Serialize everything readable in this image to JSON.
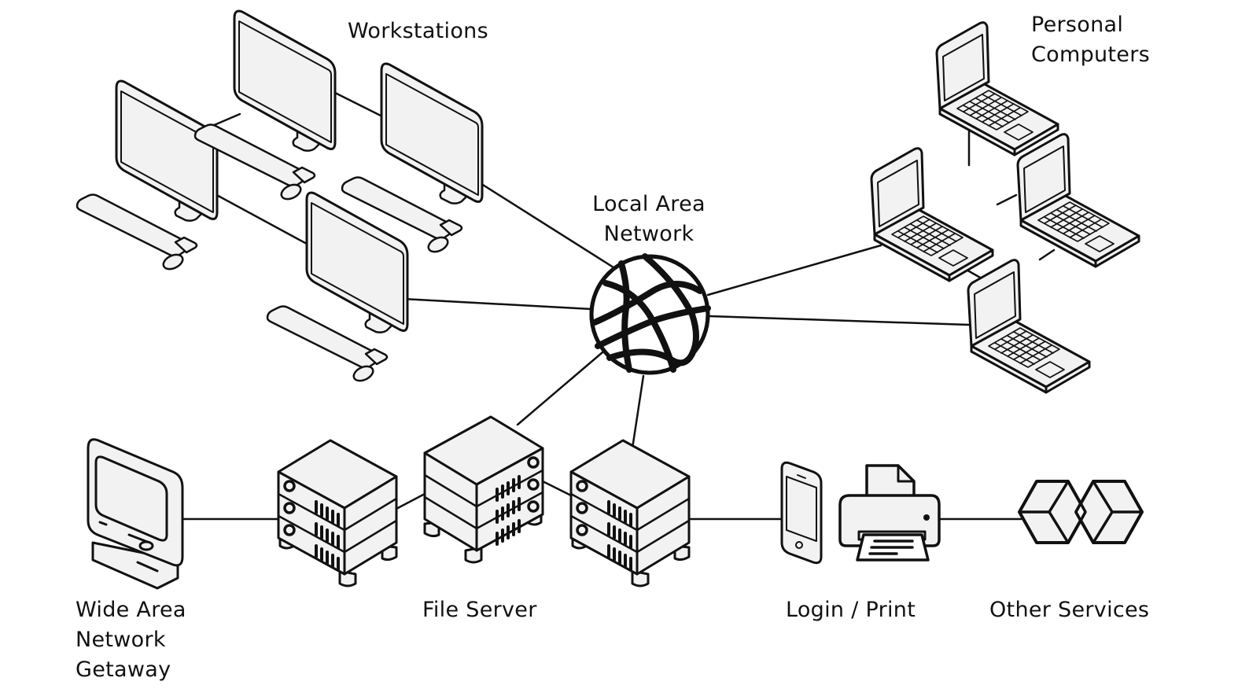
{
  "title": "Network diagram",
  "colors": {
    "ink": "#111111",
    "device_fill": "#f2f2f3",
    "background": "#ffffff"
  },
  "nodes": {
    "workstations": {
      "lines": [
        "Workstations"
      ],
      "icon": "desktop-monitor-icon",
      "count": 4
    },
    "personal_computers": {
      "lines": [
        "Personal",
        "Computers"
      ],
      "icon": "laptop-icon",
      "count": 4
    },
    "lan": {
      "lines": [
        "Local Area",
        "Network"
      ],
      "icon": "globe-network-icon"
    },
    "wan": {
      "lines": [
        "Wide Area",
        "Network",
        "Getaway"
      ],
      "icon": "vintage-computer-icon"
    },
    "file_server": {
      "lines": [
        "File Server"
      ],
      "icon": "server-rack-icon",
      "count": 3
    },
    "login_print": {
      "lines": [
        "Login / Print"
      ],
      "icons": [
        "smartphone-icon",
        "printer-icon"
      ]
    },
    "other_services": {
      "lines": [
        "Other Services"
      ],
      "icon": "cubes-icon"
    }
  },
  "connections": [
    [
      "workstations",
      "lan"
    ],
    [
      "personal_computers",
      "lan"
    ],
    [
      "file_server",
      "lan"
    ],
    [
      "wan",
      "file_server"
    ],
    [
      "file_server",
      "login_print"
    ],
    [
      "login_print",
      "other_services"
    ]
  ]
}
